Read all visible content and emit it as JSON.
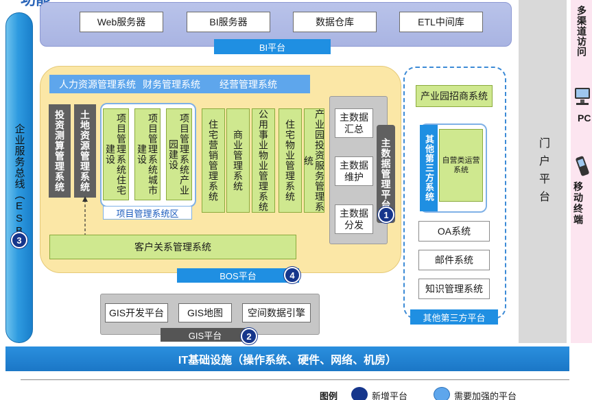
{
  "title_fragment": "功能",
  "bi": {
    "boxes": [
      "Web服务器",
      "BI服务器",
      "数据仓库",
      "ETL中间库"
    ],
    "label": "BI平台"
  },
  "esb": {
    "label": "企业服务总线（ESB）",
    "number": "3"
  },
  "core": {
    "top_systems": [
      "人力资源管理系统",
      "财务管理系统",
      "经营管理系统"
    ],
    "dark_systems": [
      "投资测算管理系统",
      "土地资源管理系统"
    ],
    "project_systems": [
      "项目管理系统住宅建设",
      "项目管理系统城市建设",
      "项目管理系统产业园建设"
    ],
    "project_area_label": "项目管理系统区",
    "green_systems": [
      "住宅营销管理系统",
      "商业管理系统",
      "公用事业物业管理系统",
      "住宅物业管理系统",
      "产业园投资服务管理系统"
    ],
    "crm_label": "客户关系管理系统",
    "bos_label": "BOS平台",
    "bos_number": "4"
  },
  "master_data": {
    "boxes": [
      "主数据汇总",
      "主数据维护",
      "主数据分发"
    ],
    "platform_label": "主数据管理平台",
    "number": "1"
  },
  "gis": {
    "boxes": [
      "GIS开发平台",
      "GIS地图",
      "空间数据引擎"
    ],
    "label": "GIS平台",
    "number": "2"
  },
  "third_party": {
    "park_system": "产业园招商系统",
    "other_group_label": "其他第三方系统",
    "self_ops_system": "自营类运营系统",
    "boxes": [
      "OA系统",
      "邮件系统",
      "知识管理系统"
    ],
    "label": "其他第三方平台"
  },
  "portal": {
    "label": "门户平台"
  },
  "access": {
    "label": "多渠道访问",
    "pc": "PC",
    "mobile": "移动终端"
  },
  "infrastructure": {
    "label": "IT基础设施（操作系统、硬件、网络、机房）"
  },
  "legend": {
    "title": "图例",
    "new_platform": "新增平台",
    "enhanced_platform": "需要加强的平台"
  },
  "colors": {
    "dark_blue": "#16368c",
    "light_blue": "#5ea6ec",
    "accent_blue": "#1f8fe2",
    "green": "#cfe88f",
    "yellow": "#fbe7a6",
    "gray": "#606060"
  }
}
